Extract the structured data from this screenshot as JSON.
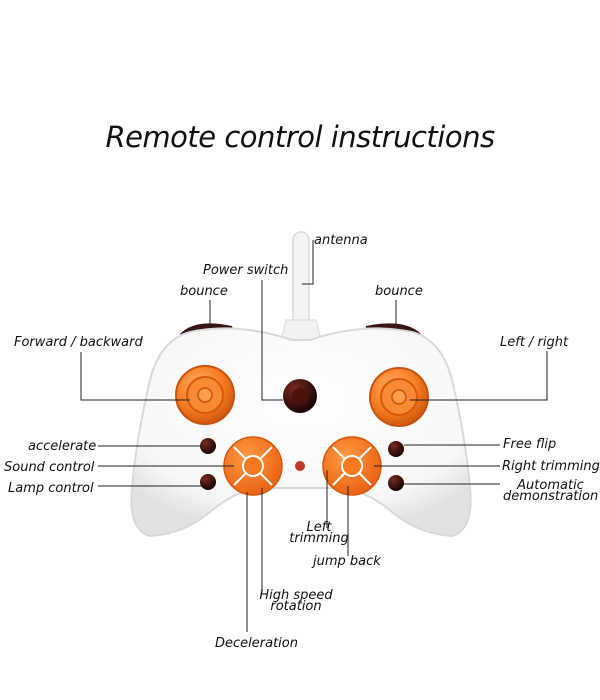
{
  "title": "Remote control instructions",
  "labels": {
    "antenna": "antenna",
    "power_switch": "Power switch",
    "bounce_left": "bounce",
    "bounce_right": "bounce",
    "forward_backward": "Forward / backward",
    "left_right": "Left / right",
    "accelerate": "accelerate",
    "sound_control": "Sound control",
    "lamp_control": "Lamp control",
    "free_flip": "Free flip",
    "right_trimming": "Right trimming",
    "automatic_demonstration_1": "Automatic",
    "automatic_demonstration_2": "demonstration",
    "left_trimming_1": "Left",
    "left_trimming_2": "trimming",
    "jump_back": "jump back",
    "high_speed_rotation_1": "High speed",
    "high_speed_rotation_2": "rotation",
    "deceleration": "Deceleration"
  },
  "colors": {
    "body": "#ffffff",
    "body_edge": "#d9d9d9",
    "orange": "#f57a1f",
    "orange_dark": "#d9570c",
    "button_dark": "#2a0a08",
    "bumper": "#3a1410",
    "leader": "#222222"
  }
}
